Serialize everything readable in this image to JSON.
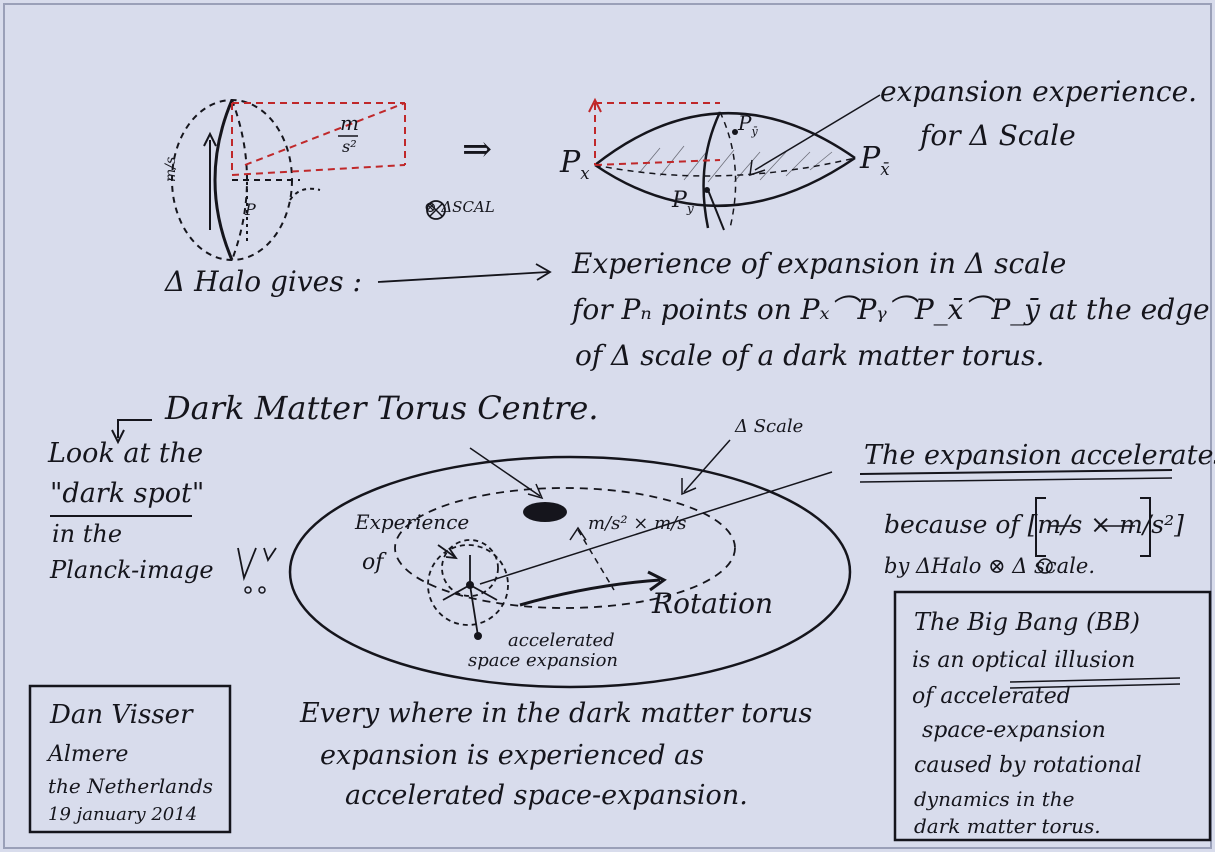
{
  "colors": {
    "paper": "#d8dcec",
    "ink": "#15151c",
    "red_ink": "#c0282a"
  },
  "top": {
    "arrow": "⇒",
    "circle_label": "⊗ ΔSCAL",
    "lens_note_line1": "expansion experience.",
    "lens_note_line2": "for Δ Scale",
    "p_x": "P",
    "p_x_sub": "x",
    "p_xbar": "P",
    "p_xbar_sub": "x̄",
    "p_y": "P",
    "p_y_sub": "y",
    "p_ybar": "P",
    "p_ybar_sub": "ȳ",
    "halo_gives": "Δ Halo gives :",
    "experience_line1": "Experience of expansion in Δ scale",
    "experience_line2": "for Pₙ points on Pₓ⌒Pᵧ⌒P_x̄⌒P_ȳ at the edge",
    "experience_line3": "of Δ scale of a dark matter torus."
  },
  "middle": {
    "torus_centre": "Dark Matter Torus Centre.",
    "look_line1": "Look at the",
    "look_line2": "\"dark spot\"",
    "look_line3": "in the",
    "look_line4": "Planck-image",
    "delta_scale": "Δ Scale",
    "experience": "Experience",
    "of": "of",
    "formula": "m/s² × m/s",
    "rotation": "Rotation",
    "accelerated": "accelerated",
    "space_expansion": "space expansion",
    "accelerates": "The expansion accelerates",
    "because": "because of [m/s × m/s²]",
    "by_halo": "by ΔHalo ⊗ Δ scale."
  },
  "bottom": {
    "signature": [
      "Dan Visser",
      "Almere",
      "the Netherlands",
      "19 january 2014"
    ],
    "everywhere_line1": "Every where in the dark matter torus",
    "everywhere_line2": "expansion is experienced as",
    "everywhere_line3": "accelerated space-expansion.",
    "big_bang": [
      "The Big Bang (BB)",
      "is an optical illusion",
      "of accelerated",
      "space-expansion",
      "caused by rotational",
      "dynamics in the",
      "dark matter torus."
    ]
  }
}
